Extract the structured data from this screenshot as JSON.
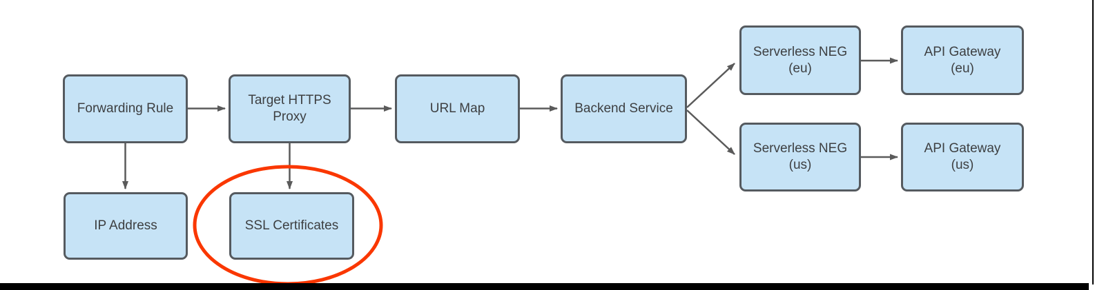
{
  "colors": {
    "node_fill": "#c6e3f6",
    "node_border": "#555a5f",
    "arrow": "#5a5a5a",
    "text": "#3d3f41",
    "highlight": "#fa3700",
    "frame": "#000000"
  },
  "nodes": {
    "forwarding_rule": {
      "line1": "Forwarding Rule"
    },
    "target_https_proxy": {
      "line1": "Target HTTPS",
      "line2": "Proxy"
    },
    "url_map": {
      "line1": "URL Map"
    },
    "backend_service": {
      "line1": "Backend Service"
    },
    "serverless_neg_eu": {
      "line1": "Serverless NEG",
      "line2": "(eu)"
    },
    "api_gateway_eu": {
      "line1": "API Gateway",
      "line2": "(eu)"
    },
    "serverless_neg_us": {
      "line1": "Serverless NEG",
      "line2": "(us)"
    },
    "api_gateway_us": {
      "line1": "API Gateway",
      "line2": "(us)"
    },
    "ip_address": {
      "line1": "IP Address"
    },
    "ssl_certificates": {
      "line1": "SSL Certificates"
    }
  },
  "edges": [
    {
      "from": "Forwarding Rule",
      "to": "Target HTTPS Proxy"
    },
    {
      "from": "Target HTTPS Proxy",
      "to": "URL Map"
    },
    {
      "from": "URL Map",
      "to": "Backend Service"
    },
    {
      "from": "Backend Service",
      "to": "Serverless NEG (eu)"
    },
    {
      "from": "Backend Service",
      "to": "Serverless NEG (us)"
    },
    {
      "from": "Serverless NEG (eu)",
      "to": "API Gateway (eu)"
    },
    {
      "from": "Serverless NEG (us)",
      "to": "API Gateway (us)"
    },
    {
      "from": "Forwarding Rule",
      "to": "IP Address"
    },
    {
      "from": "Target HTTPS Proxy",
      "to": "SSL Certificates"
    }
  ],
  "annotations": {
    "highlight_ellipse": {
      "target": "SSL Certificates",
      "color": "#fa3700"
    }
  }
}
